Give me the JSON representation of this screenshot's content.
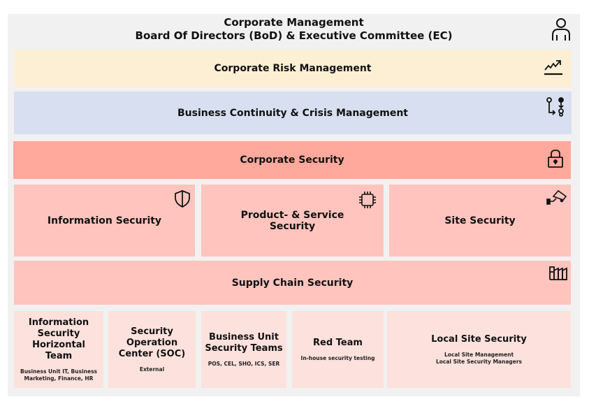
{
  "header": {
    "line1": "Corporate Management",
    "line2": "Board Of Directors (BoD) & Executive Committee (EC)",
    "icon": "person-icon"
  },
  "layers": {
    "risk": {
      "label": "Corporate Risk Management",
      "icon": "trend-chart-icon",
      "color": "#fdefd4"
    },
    "bcm": {
      "label": "Business Continuity & Crisis Management",
      "icon": "process-flow-icon",
      "color": "#d8dff0"
    },
    "corporate_security": {
      "label": "Corporate Security",
      "icon": "padlock-icon",
      "color": "#fea99b"
    }
  },
  "domains": [
    {
      "label": "Information Security",
      "icon": "shield-icon"
    },
    {
      "label": "Product- & Service Security",
      "icon": "chip-icon"
    },
    {
      "label": "Site Security",
      "icon": "security-camera-icon"
    }
  ],
  "supply_chain": {
    "label": "Supply Chain Security",
    "icon": "factory-icon"
  },
  "teams": [
    {
      "label": "Information Security Horizontal Team",
      "sub": "Business Unit IT, Business Marketing, Finance, HR"
    },
    {
      "label": "Security Operation Center (SOC)",
      "sub": "External"
    },
    {
      "label": "Business Unit Security Teams",
      "sub": "POS, CEL, SHO, ICS, SER"
    },
    {
      "label": "Red Team",
      "sub": "In-house security testing"
    },
    {
      "label": "Local Site Security",
      "sub_lines": [
        "Local Site Management",
        "Local Site Security Managers"
      ]
    }
  ],
  "colors": {
    "background": "#f1f1f1",
    "domain": "#fec4bd",
    "team": "#fde1dd"
  }
}
